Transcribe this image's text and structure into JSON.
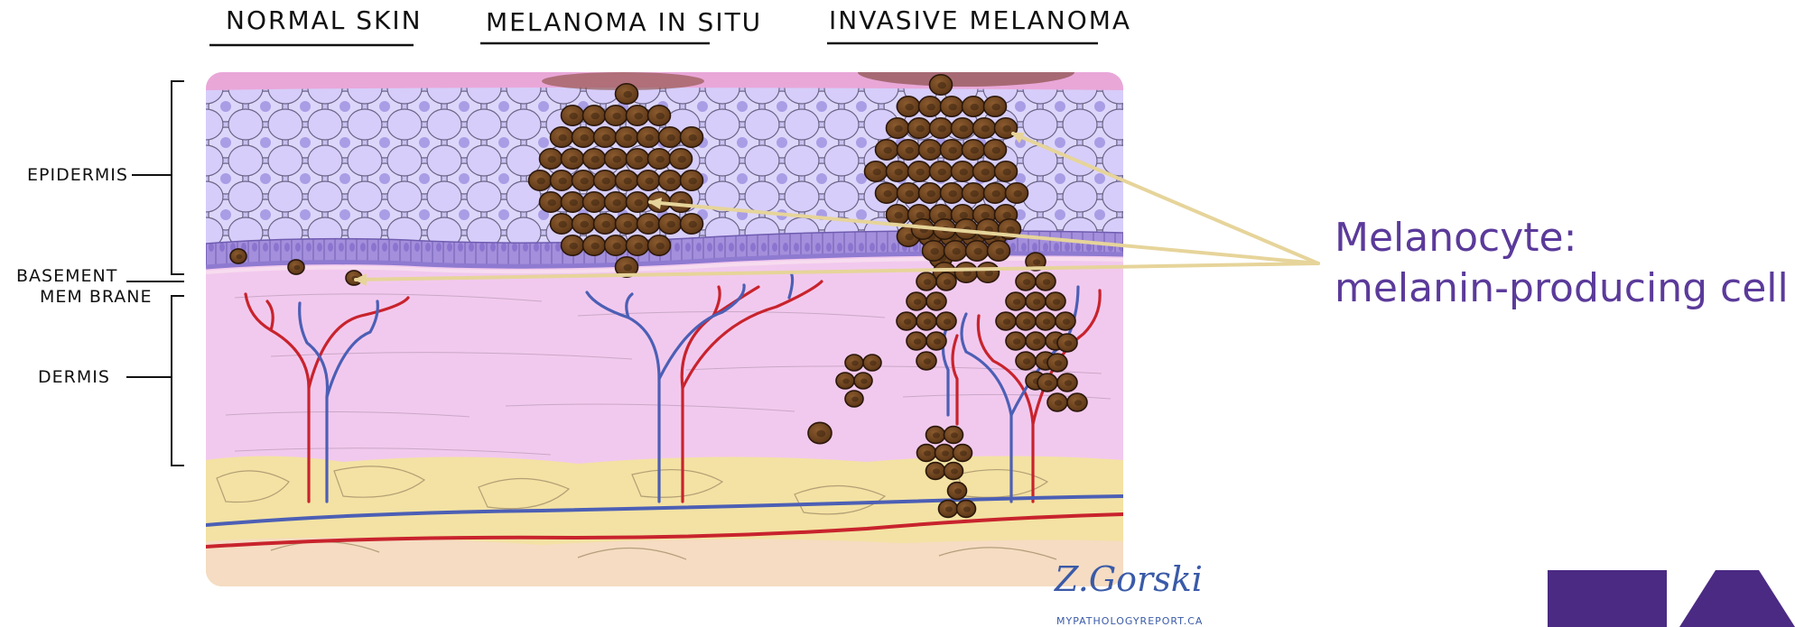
{
  "titles": {
    "normal_skin": "NORMAL SKIN",
    "melanoma_in_situ": "MELANOMA IN SITU",
    "invasive_melanoma": "INVASIVE MELANOMA"
  },
  "side_labels": {
    "epidermis": "EPIDERMIS",
    "basement_line1": "BASEMENT",
    "basement_line2": "MEM BRANE",
    "dermis": "DERMIS"
  },
  "caption": {
    "line1": "Melanocyte:",
    "line2": "melanin-producing cell"
  },
  "signature": {
    "name": "Z.Gorski",
    "site": "MYPATHOLOGYREPORT.CA"
  },
  "colors": {
    "epidermis": "#c9c2f2",
    "cell_fill": "#d9d2fb",
    "cell_nucleus": "#a99de6",
    "basal_layer": "#a48fdc",
    "dermis": "#f2c9ee",
    "surface": "#e9a7d8",
    "fat": "#f3e2a3",
    "melanocyte": "#6b4421",
    "melanocyte_dark": "#3d2410",
    "artery": "#c8232d",
    "vein": "#4c5fb5",
    "arrow": "#e6d49a",
    "caption": "#5b3a9a",
    "logo": "#4b2a83"
  }
}
